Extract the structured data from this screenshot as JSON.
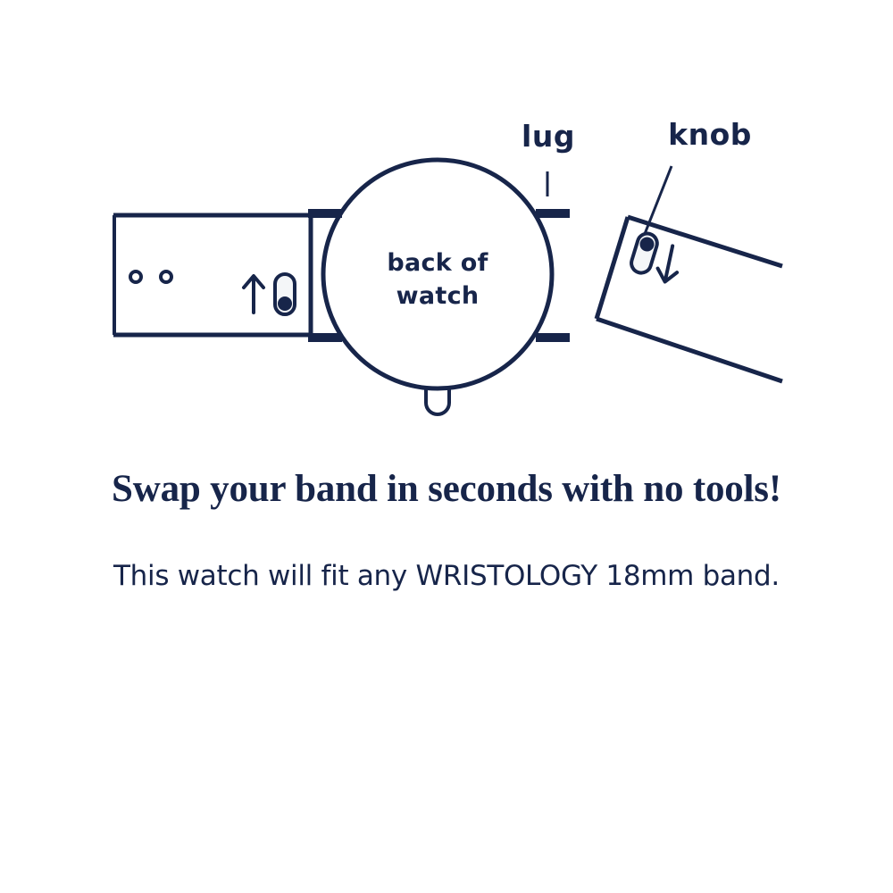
{
  "colors": {
    "ink": "#17254a",
    "background": "#ffffff",
    "slider_fill": "#f4f6f8"
  },
  "diagram": {
    "name": "watch-band-swap-diagram",
    "labels": {
      "lug": "lug",
      "knob": "knob",
      "watch_line1": "back of",
      "watch_line2": "watch"
    },
    "parts": {
      "watch_body": "back of watch",
      "left_band": "attached band with quick release",
      "right_band": "detached band at angle",
      "left_slider": "quick-release-slider",
      "right_slider": "quick-release-knob",
      "up_arrow": "push-up-arrow",
      "down_arrow": "pull-down-arrow",
      "band_holes": "band-adjustment-holes",
      "crown": "watch-crown"
    }
  },
  "caption": {
    "headline": "Swap your band in seconds with no tools!",
    "subline": "This watch will fit any WRISTOLOGY 18mm band."
  }
}
